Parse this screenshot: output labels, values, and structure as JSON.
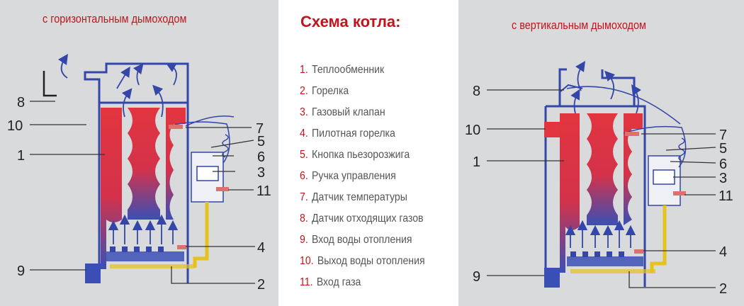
{
  "captions": {
    "left": "с  горизонтальным дымоходом",
    "right": "с вертикальным дымоходом"
  },
  "legend": {
    "title": "Схема котла:",
    "items": [
      {
        "num": "1.",
        "text": "Теплообменник"
      },
      {
        "num": "2.",
        "text": "Горелка"
      },
      {
        "num": "3.",
        "text": "Газовый клапан"
      },
      {
        "num": "4.",
        "text": "Пилотная горелка"
      },
      {
        "num": "5.",
        "text": "Кнопка пьезорозжига"
      },
      {
        "num": "6.",
        "text": "Ручка управления"
      },
      {
        "num": "7.",
        "text": "Датчик температуры"
      },
      {
        "num": "8.",
        "text": "Датчик отходящих газов"
      },
      {
        "num": "9.",
        "text": "Вход воды отопления"
      },
      {
        "num": "10.",
        "text": "Выход воды отопления"
      },
      {
        "num": "11.",
        "text": "Вход газа"
      }
    ]
  },
  "labels": {
    "left": {
      "l8": "8",
      "l10": "10",
      "l1": "1",
      "l9": "9",
      "l7": "7",
      "l5": "5",
      "l6": "6",
      "l3": "3",
      "l11": "11",
      "l4": "4",
      "l2": "2"
    },
    "right": {
      "l8": "8",
      "l10": "10",
      "l1": "1",
      "l9": "9",
      "l7": "7",
      "l5": "5",
      "l6": "6",
      "l3": "3",
      "l11": "11",
      "l4": "4",
      "l2": "2"
    }
  },
  "colors": {
    "outline": "#3446a8",
    "hot": "#e2353f",
    "cold": "#3a4fb5",
    "gas_pipe": "#e5c21e",
    "leader": "#333333",
    "caption": "#c0151c"
  }
}
